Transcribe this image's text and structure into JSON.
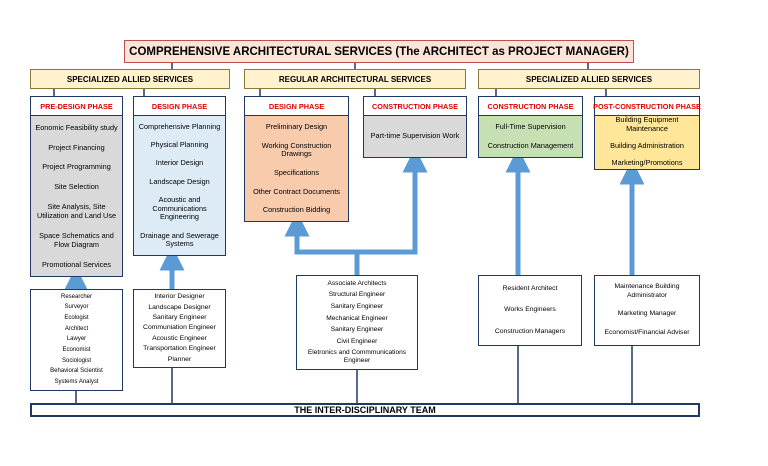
{
  "title": "COMPREHENSIVE ARCHITECTURAL SERVICES (The ARCHITECT as PROJECT MANAGER)",
  "groups": {
    "left": "SPECIALIZED ALLIED SERVICES",
    "middle": "REGULAR ARCHITECTURAL SERVICES",
    "right": "SPECIALIZED ALLIED SERVICES"
  },
  "phases": {
    "predesign": {
      "header": "PRE-DESIGN PHASE",
      "items": [
        "Eonomic Feasibility study",
        "Project Financing",
        "Project Programming",
        "Site Selection",
        "Site Analysis, Site Utilization and Land Use",
        "Space Schematics and Flow Diagram",
        "Promotional Services"
      ]
    },
    "design_allied": {
      "header": "DESIGN PHASE",
      "items": [
        "Comprehensive Planning",
        "Physical Planning",
        "Interior Design",
        "Landscape Design",
        "Acoustic and Communications Engineering",
        "Drainage and Sewerage Systems"
      ]
    },
    "design_regular": {
      "header": "DESIGN PHASE",
      "items": [
        "Preliminary Design",
        "Working Construction Drawings",
        "Specifications",
        "Other Contract Documents",
        "Construction Bidding"
      ]
    },
    "construction_regular": {
      "header": "CONSTRUCTION PHASE",
      "items": [
        "Part-time Supervision Work"
      ]
    },
    "construction_allied": {
      "header": "CONSTRUCTION PHASE",
      "items": [
        "Full-Time Supervision",
        "Construction Management"
      ]
    },
    "postconstruction": {
      "header": "POST-CONSTRUCTION PHASE",
      "items": [
        "Building Equipment Maintenance",
        "Building Administration",
        "Marketing/Promotions"
      ]
    }
  },
  "teams": {
    "predesign": [
      "Researcher",
      "Surveyor",
      "Ecologist",
      "Architect",
      "Lawyer",
      "Economist",
      "Sociologist",
      "Behavioral Scientist",
      "Systems Analyst"
    ],
    "design": [
      "Interior Designer",
      "Landscape Designer",
      "Sanitary Engineer",
      "Communiation Engineer",
      "Acoustic Engineer",
      "Transportation Engineer",
      "Planner"
    ],
    "regular": [
      "Associate Architects",
      "Structural Engineer",
      "Sanitary Engineer",
      "Mechanical Engineer",
      "Sanitary Engineer",
      "Civil Engineer",
      "Eletronics and Commmunications Engineer"
    ],
    "construction": [
      "Resident Architect",
      "Works Engineers",
      "Construction Managers"
    ],
    "postconstruction": [
      "Maintenance Building Administrator",
      "Marketing Manager",
      "Economist/Financial Adviser"
    ]
  },
  "bottom_bar": "THE INTER-DISCIPLINARY TEAM",
  "colors": {
    "arrow": "#5b9bd5",
    "line": "#1f3864",
    "header_text": "#e00000"
  }
}
